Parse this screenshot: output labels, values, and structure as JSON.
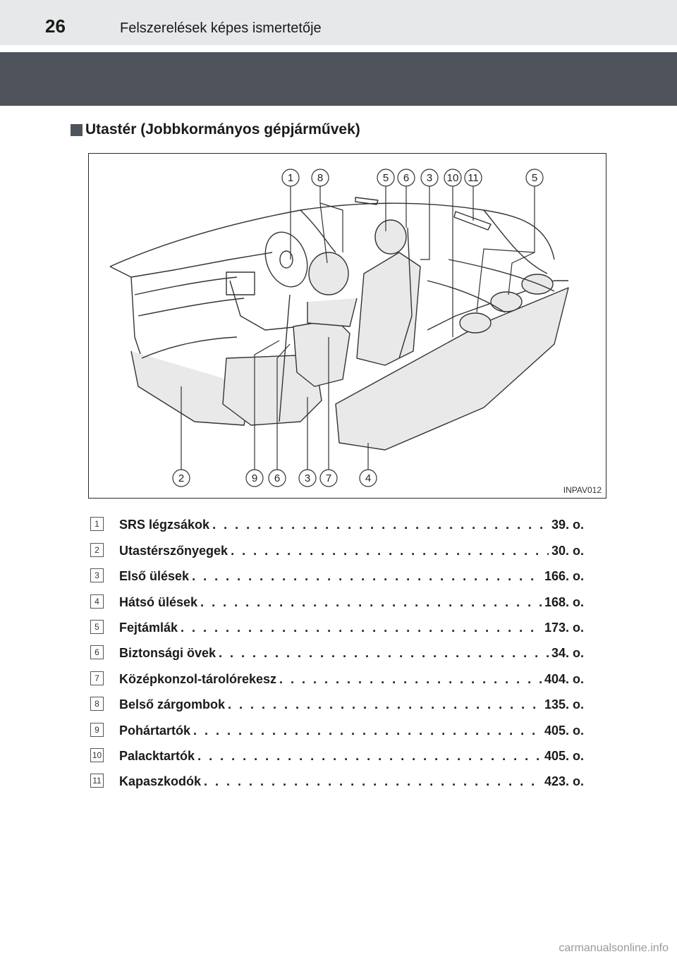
{
  "header": {
    "page_number": "26",
    "chapter_title": "Felszerelések képes ismertetője"
  },
  "section": {
    "heading": "Utastér (Jobbkormányos gépjárművek)"
  },
  "figure": {
    "code": "INPAV012",
    "callouts_top": [
      "1",
      "8",
      "5",
      "6",
      "3",
      "10",
      "11",
      "5"
    ],
    "callouts_bottom": [
      "2",
      "9",
      "6",
      "3",
      "7",
      "4"
    ]
  },
  "legend": {
    "items": [
      {
        "num": "1",
        "label": "SRS légzsákok",
        "page": "39. o."
      },
      {
        "num": "2",
        "label": "Utastérszőnyegek",
        "page": "30. o."
      },
      {
        "num": "3",
        "label": "Első ülések",
        "page": "166. o."
      },
      {
        "num": "4",
        "label": "Hátsó ülések",
        "page": "168. o."
      },
      {
        "num": "5",
        "label": "Fejtámlák",
        "page": "173. o."
      },
      {
        "num": "6",
        "label": "Biztonsági övek",
        "page": "34. o."
      },
      {
        "num": "7",
        "label": "Középkonzol-tárolórekesz",
        "page": "404. o."
      },
      {
        "num": "8",
        "label": "Belső zárgombok",
        "page": "135. o."
      },
      {
        "num": "9",
        "label": "Pohártartók",
        "page": "405. o."
      },
      {
        "num": "10",
        "label": "Palacktartók",
        "page": "405. o."
      },
      {
        "num": "11",
        "label": "Kapaszkodók",
        "page": "423. o."
      }
    ]
  },
  "footer": {
    "watermark": "carmanualsonline.info"
  }
}
